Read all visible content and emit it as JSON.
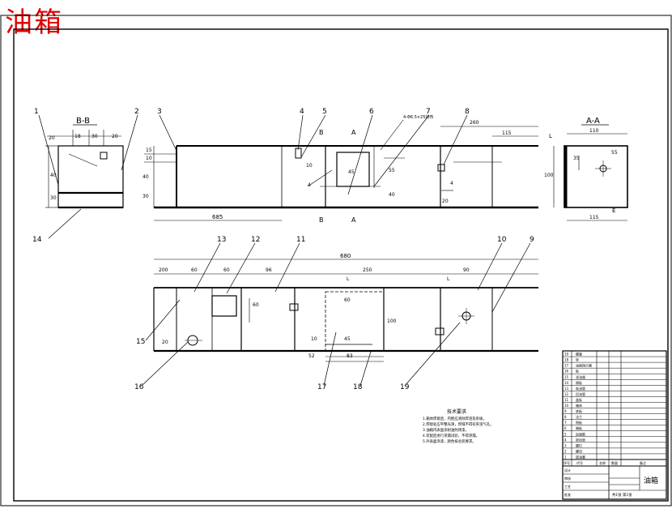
{
  "drawing_title": "油箱",
  "views": {
    "section_bb_top": "B-B",
    "section_aa": "A-A",
    "cut_marker_b": "B",
    "cut_marker_a": "A"
  },
  "callouts": {
    "c1": "1",
    "c2": "2",
    "c3": "3",
    "c4": "4",
    "c5": "5",
    "c6": "6",
    "c7": "7",
    "c8": "8",
    "c9": "9",
    "c10": "10",
    "c11": "11",
    "c12": "12",
    "c13": "13",
    "c14": "14",
    "c15": "15",
    "c16": "16",
    "c17": "17",
    "c18": "18",
    "c19": "19"
  },
  "dimensions": {
    "bb_w1": "20",
    "bb_w2": "18",
    "bb_w3": "30",
    "bb_w4": "20",
    "bb_h1": "40",
    "bb_h2": "30",
    "front_d1": "15",
    "front_d2": "10",
    "front_d3": "40",
    "front_d4": "30",
    "front_len": "685",
    "front_r1": "260",
    "front_r2": "115",
    "front_m1": "10",
    "front_m2": "4",
    "front_m3": "45",
    "front_m4": "55",
    "front_m5": "40",
    "front_m6": "4",
    "front_m7": "20",
    "aa_top": "110",
    "aa_h": "100",
    "aa_h2": "35",
    "aa_w2": "55",
    "aa_bottom": "115",
    "aa_l": "L",
    "aa_e": "E",
    "plan_len": "680",
    "plan_d1": "200",
    "plan_d2": "60",
    "plan_d3": "60",
    "plan_d4": "96",
    "plan_d5": "250",
    "plan_d6": "90",
    "plan_h1": "60",
    "plan_h2": "100",
    "plan_h3": "20",
    "plan_b1": "60",
    "plan_b2": "45",
    "plan_b3": "52",
    "plan_b4": "83",
    "plan_b5": "10",
    "plan_l1": "L",
    "plan_l2": "L"
  },
  "notes": {
    "heading": "技术要求",
    "lines": [
      "1.箱体焊接后，内壁应清除焊渣及杂质。",
      "2.焊接处应平整光滑，焊缝不得有夹渣气孔。",
      "3.油箱内表面涂耐油防锈漆。",
      "4.装配后进行渗漏试验，不得渗漏。",
      "5.外表面涂漆，颜色按总装要求。"
    ]
  },
  "title_block": {
    "name": "油箱",
    "parts": [
      "螺塞",
      "垫",
      "油面指示器",
      "板",
      "滤油器",
      "隔板",
      "吸油管",
      "回油管",
      "盖板",
      "箱体",
      "底板",
      "法兰",
      "侧板",
      "端板",
      "加强筋",
      "密封垫",
      "螺钉",
      "螺母",
      "放油塞"
    ],
    "header": [
      "序号",
      "代号",
      "名称",
      "数量",
      "备注"
    ],
    "footer_row": [
      "设计",
      "审核",
      "工艺",
      "批准"
    ],
    "sheet": "共1张 第1张"
  },
  "top_note": "4-Φ6.5×25均布"
}
